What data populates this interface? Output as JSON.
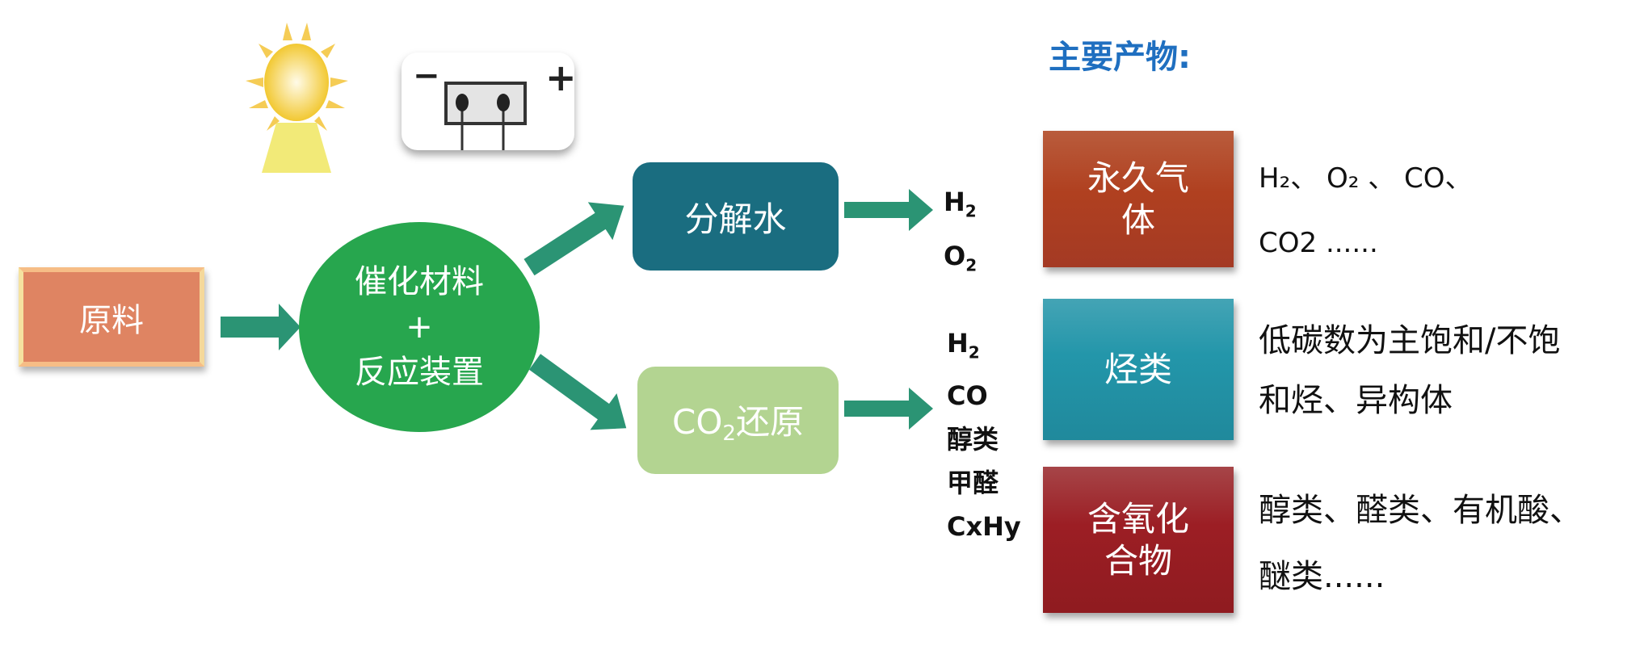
{
  "raw_material": "原料",
  "reactor": {
    "line1": "催化材料",
    "plus": "+",
    "line2": "反应装置"
  },
  "icons": {
    "sun": "sun-icon",
    "battery": "electrode-cell-icon",
    "minus": "−",
    "plus": "+"
  },
  "processes": {
    "water_splitting": "分解水",
    "co2_reduction": {
      "prefix": "CO",
      "sub": "2",
      "suffix": "还原"
    }
  },
  "water_products": [
    {
      "el": "H",
      "sub": "2"
    },
    {
      "el": "O",
      "sub": "2"
    }
  ],
  "co2_products": [
    {
      "el": "H",
      "sub": "2"
    },
    {
      "el": "CO",
      "sub": ""
    },
    {
      "el": "醇类",
      "sub": ""
    },
    {
      "el": "甲醛",
      "sub": ""
    },
    {
      "el": "CxHy",
      "sub": ""
    }
  ],
  "main_products_title": "主要产物:",
  "categories": [
    {
      "name_line1": "永久气",
      "name_line2": "体",
      "desc_line1": "H₂、 O₂ 、  CO、",
      "desc_line2": "CO2 ......"
    },
    {
      "name_line1": "烃类",
      "name_line2": "",
      "desc_line1": "低碳数为主饱和/不饱",
      "desc_line2": "和烃、异构体"
    },
    {
      "name_line1": "含氧化",
      "name_line2": "合物",
      "desc_line1": "醇类、醛类、有机酸、",
      "desc_line2": "醚类......"
    }
  ],
  "colors": {
    "arrow": "#2b9474",
    "title": "#1f6fc0",
    "reactor": "#27a64e"
  }
}
